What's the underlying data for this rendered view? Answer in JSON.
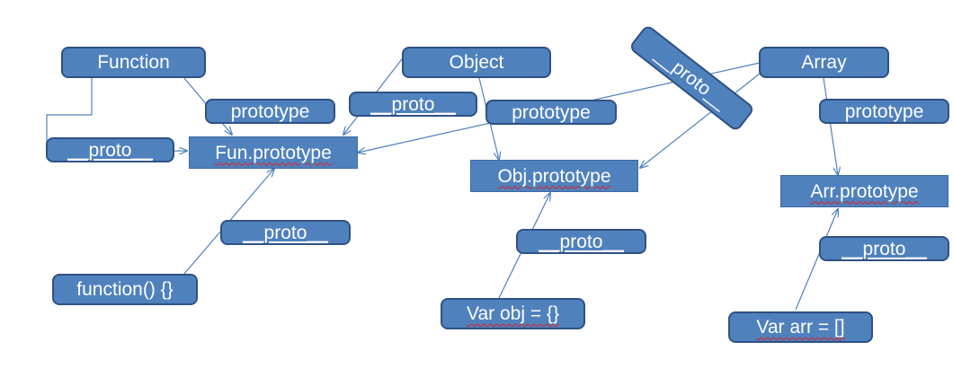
{
  "diagram": {
    "nodes": {
      "function_ctor": "Function",
      "object_ctor": "Object",
      "array_ctor": "Array",
      "proto_tilted": "__proto__",
      "fun_prototype": "Fun.prototype",
      "obj_prototype": "Obj.prototype",
      "arr_prototype": "Arr.prototype",
      "function_literal": "function() {}",
      "var_obj": "Var obj = {}",
      "var_arr": "Var arr = []"
    },
    "edge_labels": {
      "function_prototype": "prototype",
      "function_proto": "__proto__",
      "object_proto": "__proto__",
      "array_to_fun_prototype": "prototype",
      "array_prototype": "prototype",
      "function_literal_proto": "__proto__",
      "var_obj_proto": "__proto__",
      "var_arr_proto": "__proto__"
    },
    "colors": {
      "node_fill": "#4f81bd",
      "node_border": "#2f5183",
      "arrow": "#4f81bd",
      "text": "#ffffff"
    }
  }
}
